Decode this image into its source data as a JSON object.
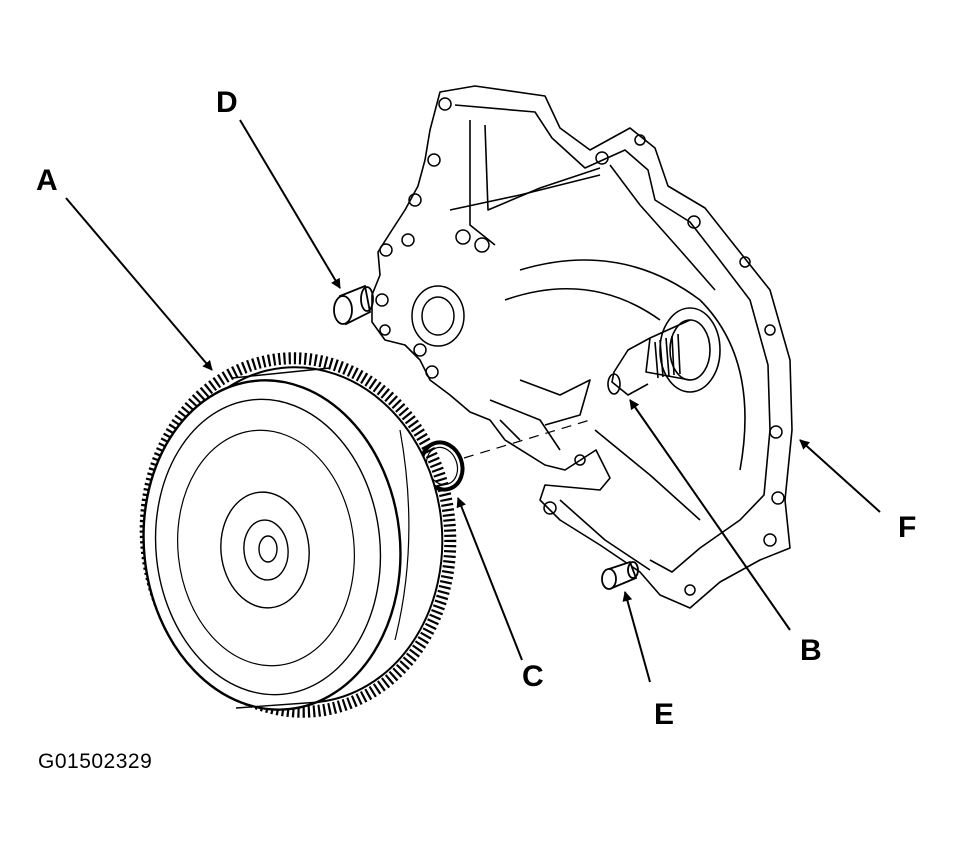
{
  "callouts": {
    "A": "A",
    "B": "B",
    "C": "C",
    "D": "D",
    "E": "E",
    "F": "F"
  },
  "figure_id": "G01502329",
  "colors": {
    "ink": "#000000",
    "paper": "#ffffff"
  }
}
